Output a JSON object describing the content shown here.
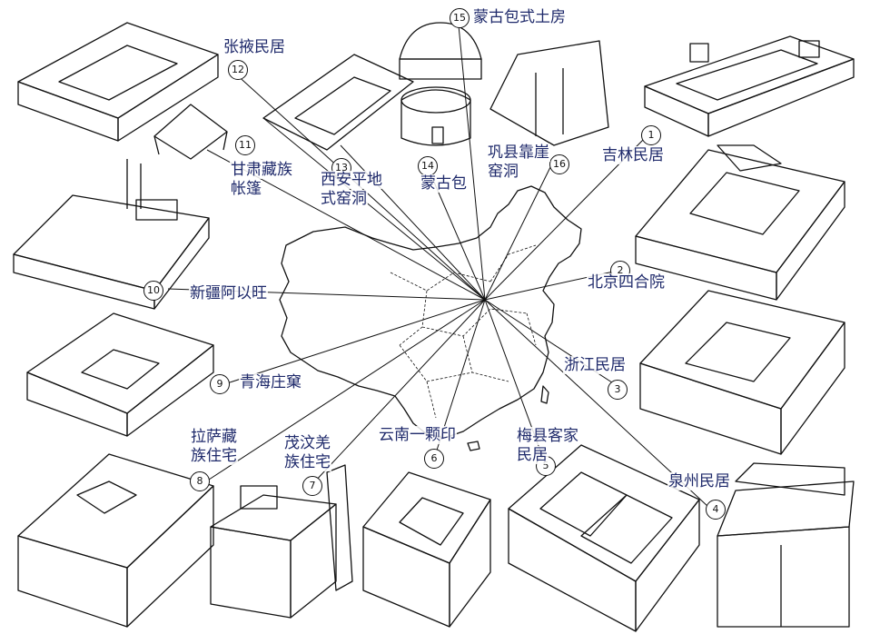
{
  "houses": [
    {
      "num": "1",
      "label": "吉林民居"
    },
    {
      "num": "2",
      "label": "北京四合院"
    },
    {
      "num": "3",
      "label": "浙江民居"
    },
    {
      "num": "4",
      "label": "泉州民居"
    },
    {
      "num": "5",
      "label": "梅县客家民居",
      "line1": "梅县客家",
      "line2": "民居"
    },
    {
      "num": "6",
      "label": "云南一颗印"
    },
    {
      "num": "7",
      "label": "茂汶羌族住宅",
      "line1": "茂汶羌",
      "line2": "族住宅"
    },
    {
      "num": "8",
      "label": "拉萨藏族住宅",
      "line1": "拉萨藏",
      "line2": "族住宅"
    },
    {
      "num": "9",
      "label": "青海庄窠"
    },
    {
      "num": "10",
      "label": "新疆阿以旺"
    },
    {
      "num": "11",
      "label": "甘肃藏族帐篷",
      "line1": "甘肃藏族",
      "line2": "帐篷"
    },
    {
      "num": "12",
      "label": "张掖民居"
    },
    {
      "num": "13",
      "label": "西安平地式窑洞",
      "line1": "西安平地",
      "line2": "式窑洞"
    },
    {
      "num": "14",
      "label": "蒙古包"
    },
    {
      "num": "15",
      "label": "蒙古包式土房"
    },
    {
      "num": "16",
      "label": "巩县靠崖窑洞",
      "line1": "巩县靠崖",
      "line2": "窑洞"
    }
  ],
  "colors": {
    "label_text": "#1f2a6b",
    "ink": "#111111",
    "paper": "#ffffff"
  }
}
